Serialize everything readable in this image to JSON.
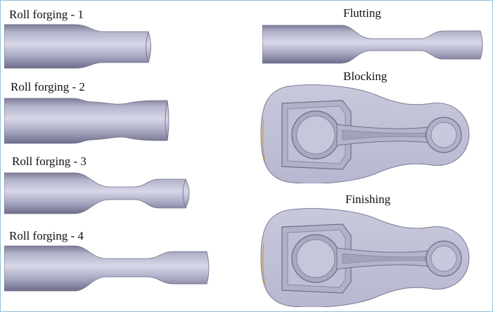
{
  "labels": {
    "roll1": "Roll forging - 1",
    "roll2": "Roll forging - 2",
    "roll3": "Roll forging - 3",
    "roll4": "Roll forging - 4",
    "flutting": "Flutting",
    "blocking": "Blocking",
    "finishing": "Finishing"
  },
  "colors": {
    "metal_light": "#d4d4e6",
    "metal_mid": "#a9a9c4",
    "metal_dark": "#6d6d8a",
    "flash_fill": "#c2c2d8",
    "border": "#8fc0d8"
  }
}
